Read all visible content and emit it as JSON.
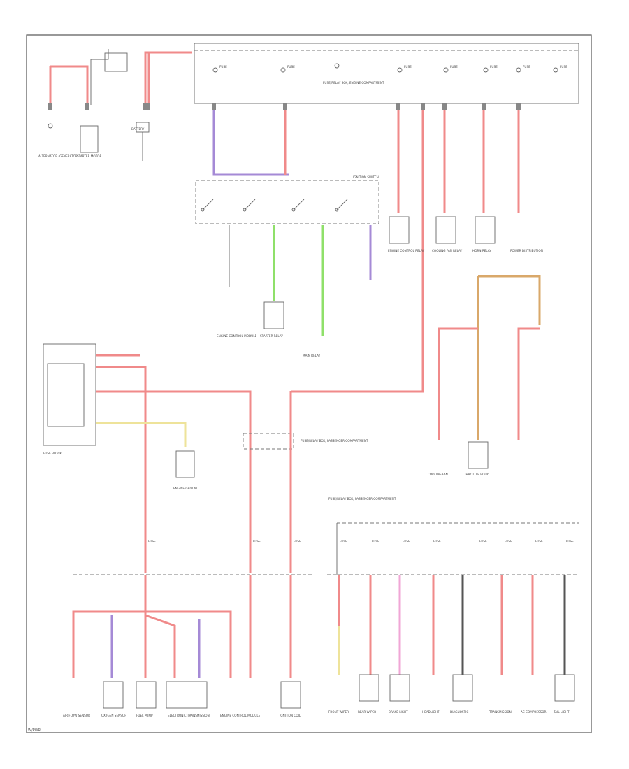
{
  "diagram": {
    "labels": {
      "alternator": "ALTERNATOR (GENERATOR)",
      "starter_motor": "STARTER MOTOR",
      "battery": "BATTERY",
      "fuse_top_1": "FUSE",
      "fuse_top_2": "FUSE",
      "fuse_block_top": "FUSE/RELAY BOX, ENGINE COMPARTMENT",
      "fuse_top_3": "FUSE",
      "fuse_top_4": "FUSE",
      "fuse_top_5": "FUSE",
      "fuse_top_6": "FUSE",
      "fuse_top_7": "FUSE",
      "ignition_switch": "IGNITION SWITCH",
      "engine_control_module": "ENGINE CONTROL MODULE",
      "starter_relay": "STARTER RELAY",
      "cooling_fan_relay": "COOLING FAN RELAY",
      "ecm_relay": "ENGINE CONTROL RELAY",
      "horn_relay": "HORN RELAY",
      "main_relay": "MAIN RELAY",
      "power_distribution": "POWER DISTRIBUTION",
      "fuse_block_left": "FUSE BLOCK",
      "engine_ground": "ENGINE GROUND",
      "fuse_mid_1": "FUSE",
      "fuse_mid_2": "FUSE",
      "fuse_mid_3": "FUSE",
      "cooling_fan": "COOLING FAN",
      "throttle_body": "THROTTLE BODY",
      "fuse_block_right": "FUSE/RELAY BOX, PASSENGER COMPARTMENT",
      "fuse_bottom_1": "FUSE",
      "fuse_bottom_2": "FUSE",
      "fuse_bottom_3": "FUSE",
      "fuse_bottom_4": "FUSE",
      "fuse_bottom_5": "FUSE",
      "fuse_bottom_6": "FUSE",
      "fuse_bottom_7": "FUSE",
      "fuse_bottom_8": "FUSE",
      "load_1": "AIR FLOW SENSOR",
      "load_2": "OXYGEN SENSOR",
      "load_3": "FUEL PUMP",
      "load_4": "ELECTRONIC TRANSMISSION",
      "load_5": "ENGINE CONTROL MODULE",
      "load_6": "IGNITION COIL",
      "load_7": "FRONT WIPER",
      "load_8": "REAR WIPER",
      "load_9": "BRAKE LIGHT",
      "load_10": "HEADLIGHT",
      "load_11": "DIAGNOSTIC",
      "load_12": "TRANSMISSION",
      "load_13": "AC COMPRESSOR",
      "load_14": "TAIL LIGHT"
    },
    "footer": "W/PWR"
  }
}
